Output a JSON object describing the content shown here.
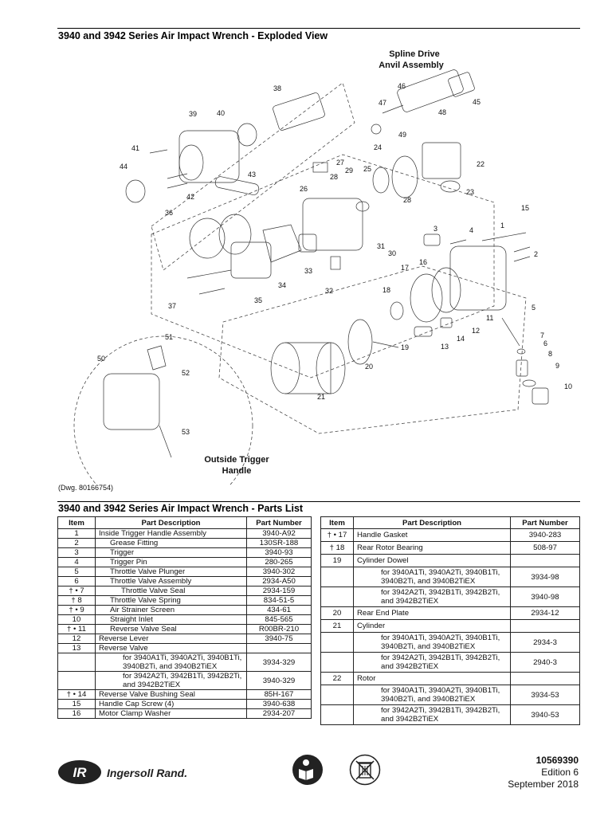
{
  "exploded_title": "3940 and 3942 Series Air Impact Wrench - Exploded View",
  "parts_title": "3940 and 3942 Series Air Impact Wrench - Parts List",
  "diagram": {
    "spline_caption": [
      "Spline Drive",
      "Anvil Assembly"
    ],
    "trigger_caption": [
      "Outside Trigger",
      "Handle"
    ],
    "callouts": [
      "1",
      "2",
      "3",
      "4",
      "5",
      "6",
      "7",
      "8",
      "9",
      "10",
      "11",
      "12",
      "13",
      "14",
      "15",
      "16",
      "17",
      "18",
      "19",
      "20",
      "21",
      "22",
      "23",
      "24",
      "25",
      "26",
      "27",
      "28",
      "28",
      "29",
      "30",
      "31",
      "32",
      "33",
      "34",
      "35",
      "36",
      "37",
      "38",
      "39",
      "40",
      "41",
      "42",
      "43",
      "44",
      "45",
      "46",
      "47",
      "48",
      "49",
      "50",
      "51",
      "52",
      "53"
    ],
    "drawing_number": "(Dwg. 80166754)"
  },
  "table_headers": {
    "item": "Item",
    "description": "Part Description",
    "part_number": "Part Number"
  },
  "left_rows": [
    {
      "item": "1",
      "desc": "Inside Trigger Handle Assembly",
      "pn": "3940-A92",
      "indent": 0
    },
    {
      "item": "2",
      "desc": "Grease Fitting",
      "pn": "130SR-188",
      "indent": 1
    },
    {
      "item": "3",
      "desc": "Trigger",
      "pn": "3940-93",
      "indent": 1
    },
    {
      "item": "4",
      "desc": "Trigger Pin",
      "pn": "280-265",
      "indent": 1
    },
    {
      "item": "5",
      "desc": "Throttle Valve Plunger",
      "pn": "3940-302",
      "indent": 1
    },
    {
      "item": "6",
      "desc": "Throttle Valve Assembly",
      "pn": "2934-A50",
      "indent": 1
    },
    {
      "item": "† • 7",
      "desc": "Throttle Valve Seal",
      "pn": "2934-159",
      "indent": 2
    },
    {
      "item": "† 8",
      "desc": "Throttle Valve Spring",
      "pn": "834-51-5",
      "indent": 1
    },
    {
      "item": "† • 9",
      "desc": "Air Strainer Screen",
      "pn": "434-61",
      "indent": 1
    },
    {
      "item": "10",
      "desc": "Straight Inlet",
      "pn": "845-565",
      "indent": 1
    },
    {
      "item": "† • 11",
      "desc": "Reverse Valve Seal",
      "pn": "R00BR-210",
      "indent": 1
    },
    {
      "item": "12",
      "desc": "Reverse Lever",
      "pn": "3940-75",
      "indent": 0
    },
    {
      "item": "13",
      "desc": "Reverse Valve",
      "pn": "",
      "indent": 0
    },
    {
      "item": "",
      "desc": "for 3940A1Ti, 3940A2Ti, 3940B1Ti, 3940B2Ti, and 3940B2TiEX",
      "pn": "3934-329",
      "indent": 3
    },
    {
      "item": "",
      "desc": "for 3942A2Ti, 3942B1Ti, 3942B2Ti, and 3942B2TiEX",
      "pn": "3940-329",
      "indent": 3
    },
    {
      "item": "† • 14",
      "desc": "Reverse Valve Bushing Seal",
      "pn": "85H-167",
      "indent": 0
    },
    {
      "item": "15",
      "desc": "Handle Cap Screw (4)",
      "pn": "3940-638",
      "indent": 0
    },
    {
      "item": "16",
      "desc": "Motor Clamp Washer",
      "pn": "2934-207",
      "indent": 0
    }
  ],
  "right_rows": [
    {
      "item": "† • 17",
      "desc": "Handle Gasket",
      "pn": "3940-283",
      "indent": 0
    },
    {
      "item": "† 18",
      "desc": "Rear Rotor Bearing",
      "pn": "508-97",
      "indent": 0
    },
    {
      "item": "19",
      "desc": "Cylinder Dowel",
      "pn": "",
      "indent": 0
    },
    {
      "item": "",
      "desc": "for 3940A1Ti, 3940A2Ti, 3940B1Ti, 3940B2Ti, and 3940B2TiEX",
      "pn": "3934-98",
      "indent": 3
    },
    {
      "item": "",
      "desc": "for 3942A2Ti, 3942B1Ti, 3942B2Ti, and 3942B2TiEX",
      "pn": "3940-98",
      "indent": 3
    },
    {
      "item": "20",
      "desc": "Rear End Plate",
      "pn": "2934-12",
      "indent": 0
    },
    {
      "item": "21",
      "desc": "Cylinder",
      "pn": "",
      "indent": 0
    },
    {
      "item": "",
      "desc": "for 3940A1Ti, 3940A2Ti, 3940B1Ti, 3940B2Ti, and 3940B2TiEX",
      "pn": "2934-3",
      "indent": 3
    },
    {
      "item": "",
      "desc": "for 3942A2Ti, 3942B1Ti, 3942B2Ti, and 3942B2TiEX",
      "pn": "2940-3",
      "indent": 3
    },
    {
      "item": "22",
      "desc": "Rotor",
      "pn": "",
      "indent": 0
    },
    {
      "item": "",
      "desc": "for 3940A1Ti, 3940A2Ti, 3940B1Ti, 3940B2Ti, and 3940B2TiEX",
      "pn": "3934-53",
      "indent": 3
    },
    {
      "item": "",
      "desc": "for 3942A2Ti, 3942B1Ti, 3942B2Ti, and 3942B2TiEX",
      "pn": "3940-53",
      "indent": 3
    }
  ],
  "footer": {
    "brand": "Ingersoll Rand.",
    "logo_mark": "IR",
    "doc_number": "10569390",
    "edition": "Edition 6",
    "date": "September 2018",
    "icons": [
      "read-manual-icon",
      "crossed-bin-icon"
    ]
  }
}
